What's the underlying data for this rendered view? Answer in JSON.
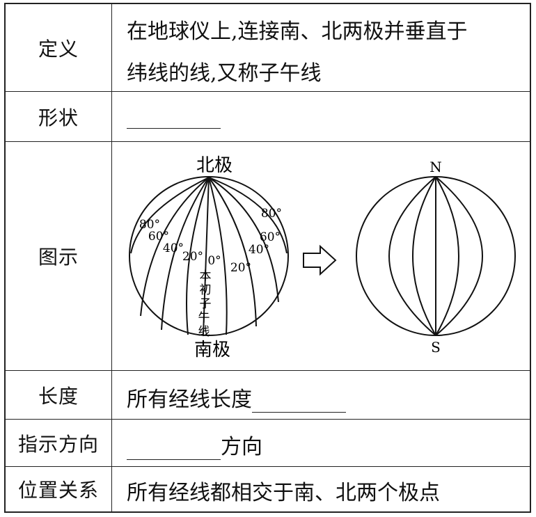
{
  "rows": {
    "definition": {
      "label": "定义",
      "line1": "在地球仪上,连接南、北两极并垂直于",
      "line2": "纬线的线,又称子午线"
    },
    "shape": {
      "label": "形状"
    },
    "diagram": {
      "label": "图示",
      "north_pole": "北极",
      "south_pole": "南极",
      "left_degrees": [
        "80°",
        "60°",
        "40°",
        "20°",
        "0°"
      ],
      "right_degrees": [
        "80°",
        "60°",
        "40°",
        "20°"
      ],
      "prime_meridian_chars": [
        "本",
        "初",
        "子",
        "午",
        "线"
      ],
      "n_label": "N",
      "s_label": "S"
    },
    "length": {
      "label": "长度",
      "text": "所有经线长度"
    },
    "direction": {
      "label": "指示方向",
      "text": "方向"
    },
    "position": {
      "label": "位置关系",
      "text": "所有经线都相交于南、北两个极点"
    }
  }
}
